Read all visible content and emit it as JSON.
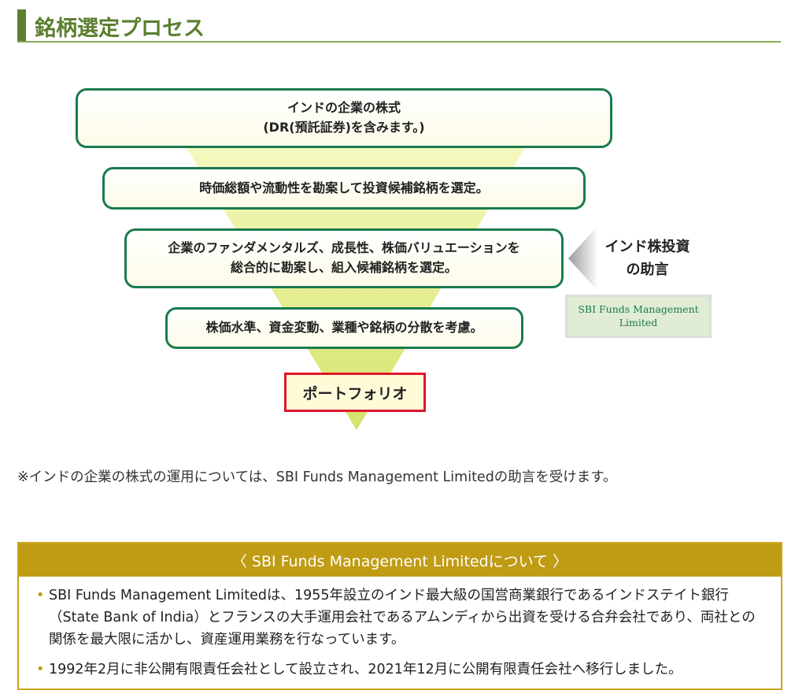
{
  "title": "銘柄選定プロセス",
  "steps": [
    {
      "line1": "インドの企業の株式",
      "line2": "(DR(預託証券)を含みます。)"
    },
    {
      "line1": "時価総額や流動性を勘案して投資候補銘柄を選定。"
    },
    {
      "line1": "企業のファンダメンタルズ、成長性、株価バリュエーションを",
      "line2": "総合的に勘案し、組入候補銘柄を選定。"
    },
    {
      "line1": "株価水準、資金変動、業種や銘柄の分散を考慮。"
    }
  ],
  "portfolio": "ポートフォリオ",
  "advice": {
    "line1": "インド株投資",
    "line2": "の助言"
  },
  "sbi_box": {
    "line1": "SBI Funds Management",
    "line2": "Limited"
  },
  "note": "※インドの企業の株式の運用については、SBI Funds Management Limitedの助言を受けます。",
  "about": {
    "header": "〈 SBI Funds Management Limitedについて 〉",
    "bullets": [
      "SBI Funds Management Limitedは、1955年設立のインド最大級の国営商業銀行であるインドステイト銀行（State Bank of India）とフランスの大手運用会社であるアムンディから出資を受ける合弁会社であり、両社との関係を最大限に活かし、資産運用業務を行なっています。",
      "1992年2月に非公開有限責任会社として設立され、2021年12月に公開有限責任会社へ移行しました。"
    ],
    "bullet_mark": "•"
  },
  "colors": {
    "green": "#1a7a4f",
    "title": "#5b7f2e",
    "gold": "#c09b14",
    "red": "#e0162b"
  }
}
